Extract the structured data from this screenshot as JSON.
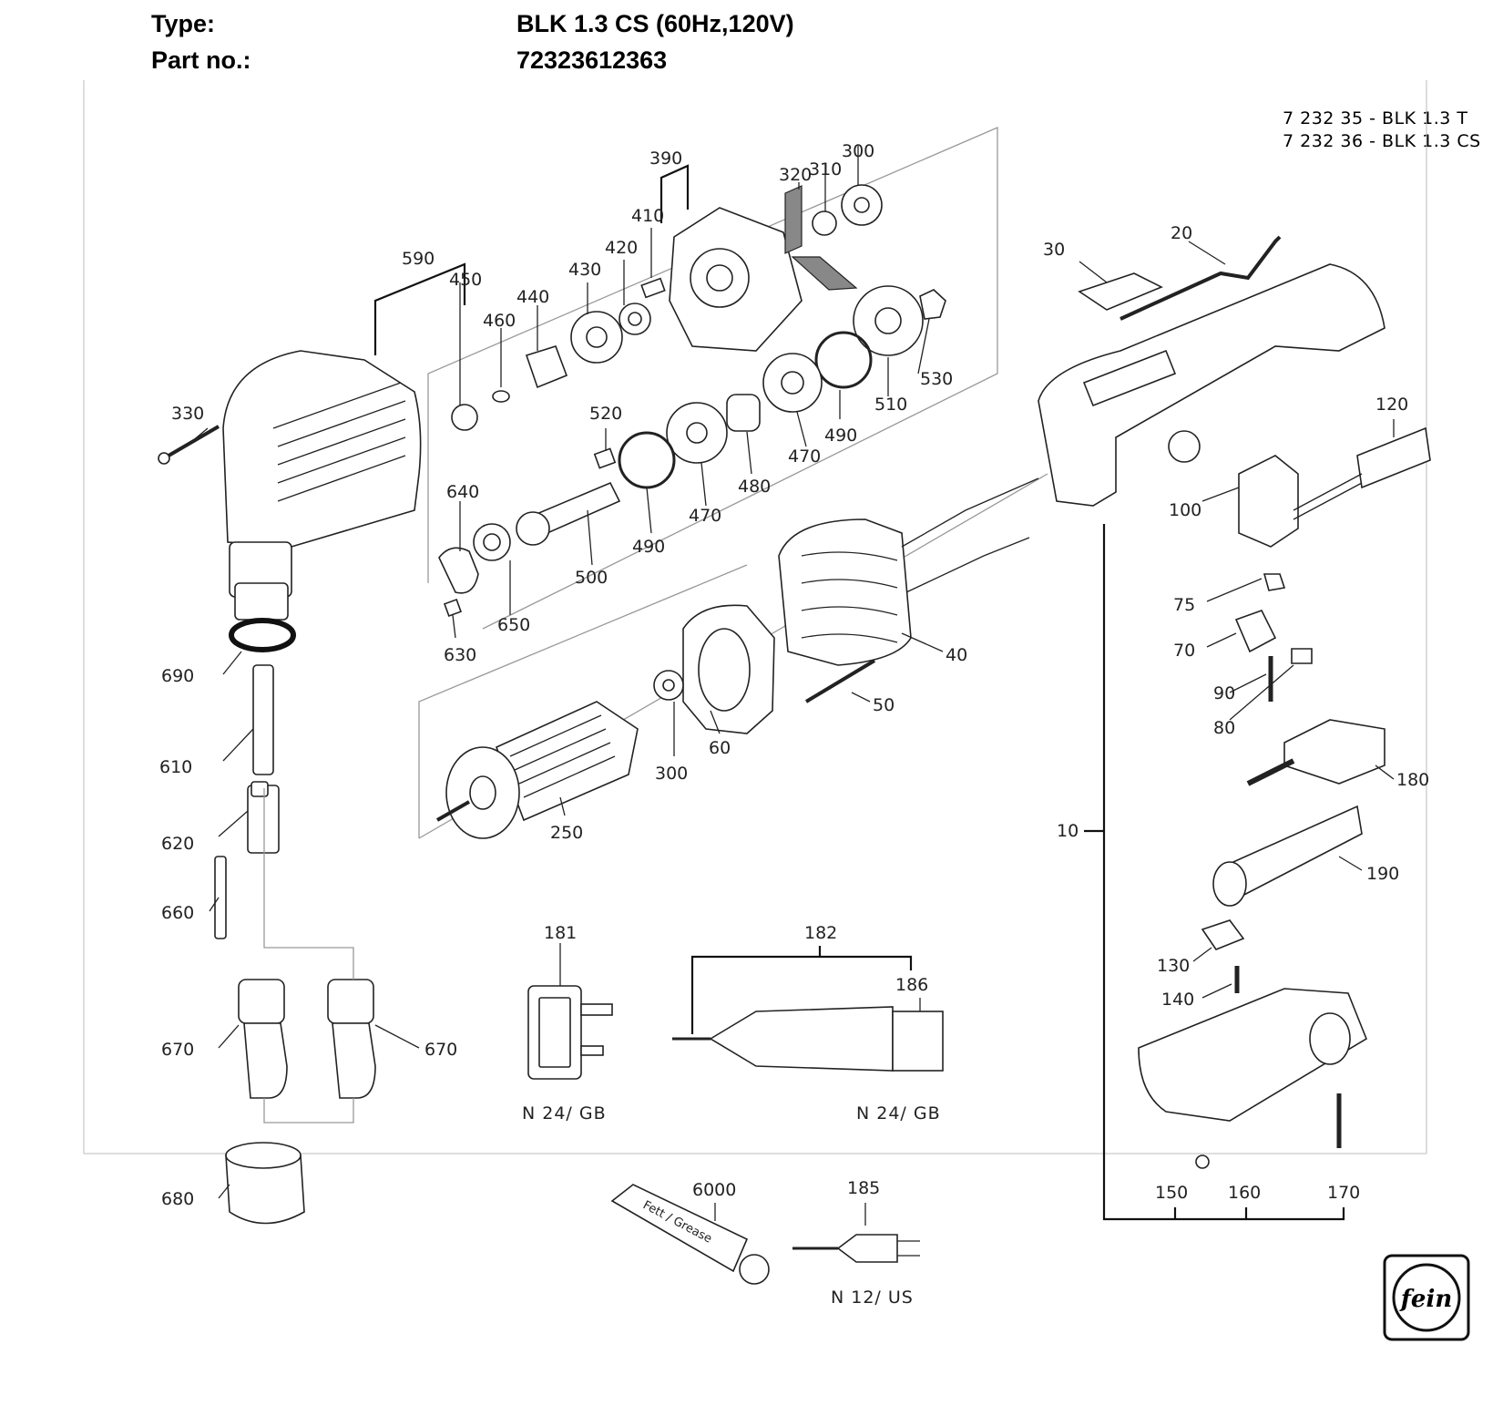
{
  "header": {
    "type_label": "Type:",
    "type_value": "BLK 1.3 CS (60Hz,120V)",
    "part_label": "Part no.:",
    "part_value": "72323612363"
  },
  "variants": [
    "7 232 35 - BLK 1.3    T",
    "7 232 36 - BLK 1.3 CS"
  ],
  "parts": [
    {
      "id": "20"
    },
    {
      "id": "30"
    },
    {
      "id": "40"
    },
    {
      "id": "50"
    },
    {
      "id": "60"
    },
    {
      "id": "70"
    },
    {
      "id": "75"
    },
    {
      "id": "80"
    },
    {
      "id": "90"
    },
    {
      "id": "10"
    },
    {
      "id": "100"
    },
    {
      "id": "120"
    },
    {
      "id": "130"
    },
    {
      "id": "140"
    },
    {
      "id": "150"
    },
    {
      "id": "160"
    },
    {
      "id": "170"
    },
    {
      "id": "180"
    },
    {
      "id": "181"
    },
    {
      "id": "182"
    },
    {
      "id": "185"
    },
    {
      "id": "186"
    },
    {
      "id": "190"
    },
    {
      "id": "250"
    },
    {
      "id": "300"
    },
    {
      "id": "300"
    },
    {
      "id": "310"
    },
    {
      "id": "320"
    },
    {
      "id": "330"
    },
    {
      "id": "390"
    },
    {
      "id": "410"
    },
    {
      "id": "420"
    },
    {
      "id": "430"
    },
    {
      "id": "440"
    },
    {
      "id": "450"
    },
    {
      "id": "460"
    },
    {
      "id": "470"
    },
    {
      "id": "470"
    },
    {
      "id": "480"
    },
    {
      "id": "490"
    },
    {
      "id": "490"
    },
    {
      "id": "500"
    },
    {
      "id": "510"
    },
    {
      "id": "520"
    },
    {
      "id": "530"
    },
    {
      "id": "590"
    },
    {
      "id": "610"
    },
    {
      "id": "620"
    },
    {
      "id": "630"
    },
    {
      "id": "640"
    },
    {
      "id": "650"
    },
    {
      "id": "660"
    },
    {
      "id": "670"
    },
    {
      "id": "670"
    },
    {
      "id": "680"
    },
    {
      "id": "690"
    },
    {
      "id": "6000"
    }
  ],
  "plug_labels": {
    "p181": "N 24/ GB",
    "p186": "N 24/ GB",
    "p185": "N 12/ US"
  },
  "grease_text": "Fett / Grease",
  "logo_text": "fein"
}
